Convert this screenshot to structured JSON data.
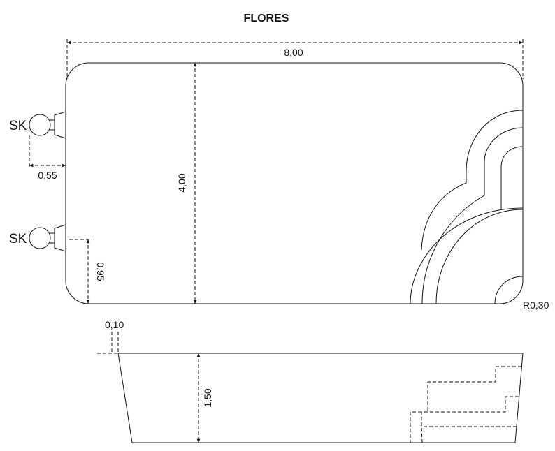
{
  "drawing": {
    "title": "FLORES",
    "dimensions": {
      "length": "8,00",
      "width": "4,00",
      "skimmer_offset": "0,55",
      "skimmer_depth_side": "0,95",
      "corner_radius": "R0,30",
      "wall_thickness": "0,10",
      "depth": "1,50"
    },
    "skimmers": [
      {
        "label": "SK"
      },
      {
        "label": "SK"
      }
    ]
  }
}
